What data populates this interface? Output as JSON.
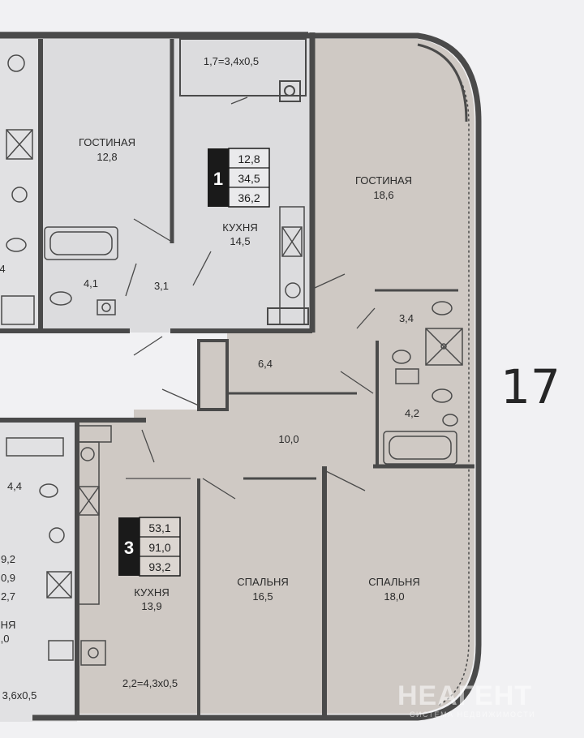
{
  "building_number": "17",
  "apartment_1": {
    "number": "1",
    "areas": [
      "12,8",
      "34,5",
      "36,2"
    ],
    "rooms": {
      "living_label": "ГОСТИНАЯ",
      "living_area": "12,8",
      "kitchen_label": "КУХНЯ",
      "kitchen_area": "14,5",
      "balcony": "1,7=3,4x0,5",
      "bath": "4,1",
      "hall": "3,1"
    }
  },
  "apartment_3": {
    "number": "3",
    "areas": [
      "53,1",
      "91,0",
      "93,2"
    ],
    "rooms": {
      "living_label": "ГОСТИНАЯ",
      "living_area": "18,6",
      "bath_small": "3,4",
      "corridor": "6,4",
      "bath_large": "4,2",
      "hall": "10,0",
      "kitchen_label": "КУХНЯ",
      "kitchen_area": "13,9",
      "bedroom1_label": "СПАЛЬНЯ",
      "bedroom1_area": "16,5",
      "bedroom2_label": "СПАЛЬНЯ",
      "bedroom2_area": "18,0",
      "balcony": "2,2=4,3x0,5"
    }
  },
  "left_fragment": {
    "bath": "4,4",
    "areas": [
      "9,2",
      "0,9",
      "2,7"
    ],
    "kitchen_partial": "НЯ",
    "kitchen_area_partial": ",0",
    "balcony_partial": "3,6x0,5",
    "small_partial": "4"
  },
  "watermark": {
    "brand": "НЕАГЕНТ",
    "tagline": "СИСТЕМА НЕДВИЖИМОСТИ"
  },
  "colors": {
    "background": "#f1f1f3",
    "apartment_1_fill": "#dcdcde",
    "apartment_3_fill": "#cfc9c4",
    "wall": "#4a4a4a",
    "badge": "#1a1a1a"
  }
}
